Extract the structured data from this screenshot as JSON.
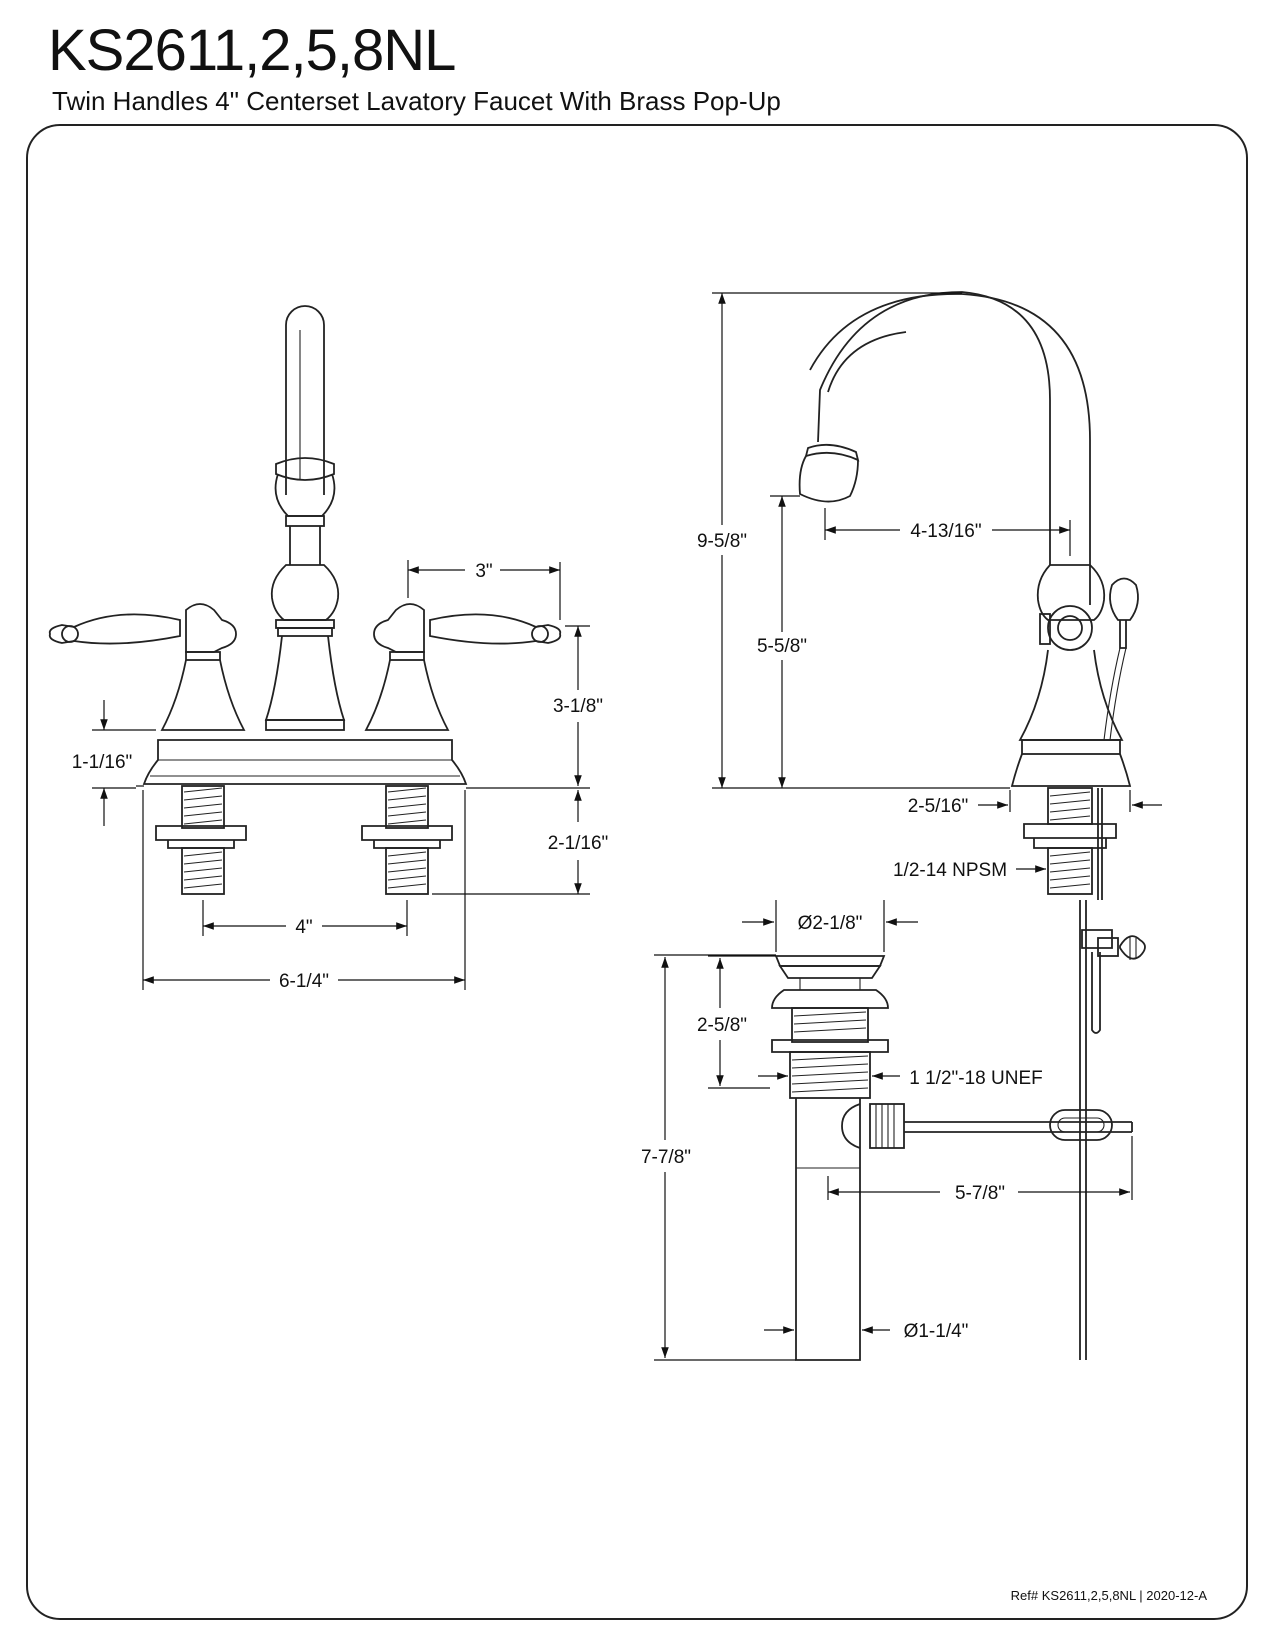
{
  "header": {
    "model": "KS2611,2,5,8NL",
    "description": "Twin Handles 4\" Centerset Lavatory Faucet With Brass Pop-Up"
  },
  "front_view": {
    "dims": {
      "spout_offset": "3\"",
      "deck_to_handle_top": "3-1/8\"",
      "base_height": "1-1/16\"",
      "shank_length": "2-1/16\"",
      "center_spacing": "4\"",
      "base_width": "6-1/4\""
    }
  },
  "side_view": {
    "dims": {
      "overall_height": "9-5/8\"",
      "spout_reach": "4-13/16\"",
      "spout_clearance": "5-5/8\"",
      "base_depth": "2-5/16\"",
      "thread": "1/2-14 NPSM"
    }
  },
  "drain_view": {
    "dims": {
      "flange_diameter": "Ø2-1/8\"",
      "body_height": "2-5/8\"",
      "body_thread": "1 1/2\"-18 UNEF",
      "overall_length": "7-7/8\"",
      "rod_length": "5-7/8\"",
      "tailpiece_diameter": "Ø1-1/4\""
    }
  },
  "footer": {
    "reference": "Ref# KS2611,2,5,8NL | 2020-12-A"
  }
}
